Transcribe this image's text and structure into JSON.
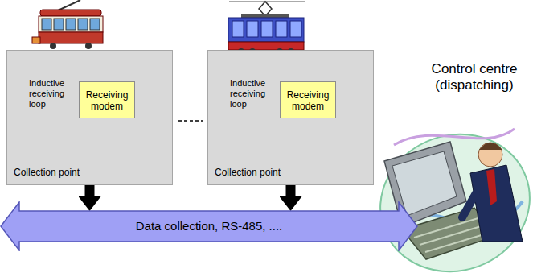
{
  "diagram": {
    "nodes": [
      {
        "text": [
          "Inductive receiving loop",
          "Collection point"
        ]
      },
      {
        "text": [
          "Receiving modem"
        ],
        "in": 0
      },
      {
        "text": [
          "Inductive receiving loop",
          "Collection point"
        ]
      },
      {
        "text": [
          "Receiving modem"
        ],
        "in": 2
      },
      {
        "text": [
          "Data collection, RS-485, ...."
        ]
      },
      {
        "text": [
          "Control centre (dispatching)"
        ]
      }
    ],
    "edges": [
      {
        "from": 0,
        "to": 4,
        "arrow": "to"
      },
      {
        "from": 2,
        "to": 4,
        "arrow": "to"
      }
    ]
  }
}
